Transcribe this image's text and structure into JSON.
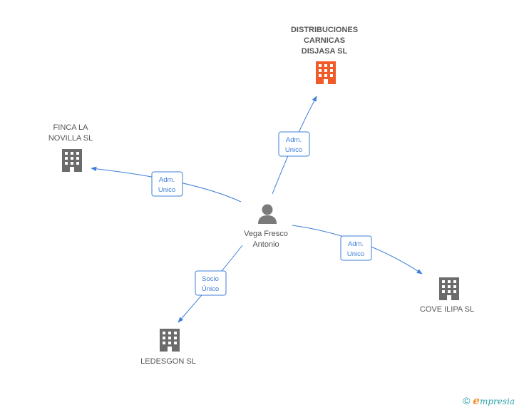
{
  "colors": {
    "edge": "#3d7fd9",
    "building_default": "#6b6b6b",
    "building_highlight": "#f15a29",
    "person": "#7a7a7a",
    "label_text": "#555555",
    "brand": "#2aa3a8"
  },
  "nodes": {
    "person": {
      "label_lines": [
        "Vega Fresco",
        "Antonio"
      ],
      "icon": "person-icon"
    },
    "distribuciones": {
      "label_lines": [
        "DISTRIBUCIONES",
        "CARNICAS",
        "DISJASA SL"
      ],
      "icon": "building-icon",
      "highlight": true
    },
    "finca": {
      "label_lines": [
        "FINCA LA",
        "NOVILLA SL"
      ],
      "icon": "building-icon"
    },
    "cove": {
      "label_lines": [
        "COVE ILIPA SL"
      ],
      "icon": "building-icon"
    },
    "ledesgon": {
      "label_lines": [
        "LEDESGON SL"
      ],
      "icon": "building-icon"
    }
  },
  "edges": [
    {
      "to": "distribuciones",
      "label_lines": [
        "Adm.",
        "Unico"
      ]
    },
    {
      "to": "finca",
      "label_lines": [
        "Adm.",
        "Unico"
      ]
    },
    {
      "to": "cove",
      "label_lines": [
        "Adm.",
        "Unico"
      ]
    },
    {
      "to": "ledesgon",
      "label_lines": [
        "Socio",
        "Único"
      ]
    }
  ],
  "footer": {
    "copyright": "©",
    "brand_initial": "e",
    "brand_rest": "mpresia"
  }
}
